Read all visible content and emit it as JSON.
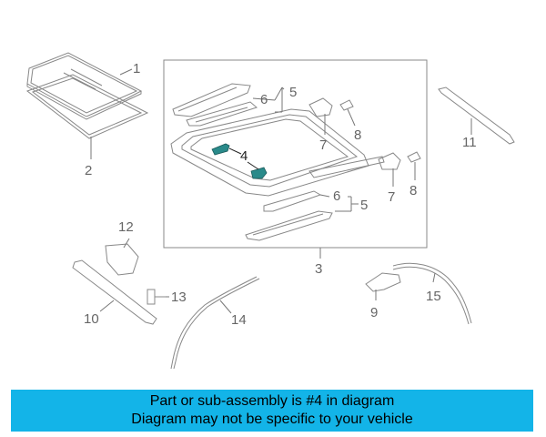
{
  "callouts": [
    {
      "id": "1",
      "text": "1"
    },
    {
      "id": "2",
      "text": "2"
    },
    {
      "id": "3",
      "text": "3"
    },
    {
      "id": "4",
      "text": "4"
    },
    {
      "id": "5a",
      "text": "5"
    },
    {
      "id": "5b",
      "text": "5"
    },
    {
      "id": "6a",
      "text": "6"
    },
    {
      "id": "6b",
      "text": "6"
    },
    {
      "id": "7a",
      "text": "7"
    },
    {
      "id": "7b",
      "text": "7"
    },
    {
      "id": "8a",
      "text": "8"
    },
    {
      "id": "8b",
      "text": "8"
    },
    {
      "id": "9",
      "text": "9"
    },
    {
      "id": "10",
      "text": "10"
    },
    {
      "id": "11",
      "text": "11"
    },
    {
      "id": "12",
      "text": "12"
    },
    {
      "id": "13",
      "text": "13"
    },
    {
      "id": "14",
      "text": "14"
    },
    {
      "id": "15",
      "text": "15"
    }
  ],
  "banner": {
    "line1": "Part or sub-assembly is #4 in diagram",
    "line2": "Diagram may not be specific to your vehicle"
  },
  "colors": {
    "banner_background": "#13b4e8",
    "highlight_part": "#2a8a8a",
    "line_art": "#888888"
  }
}
